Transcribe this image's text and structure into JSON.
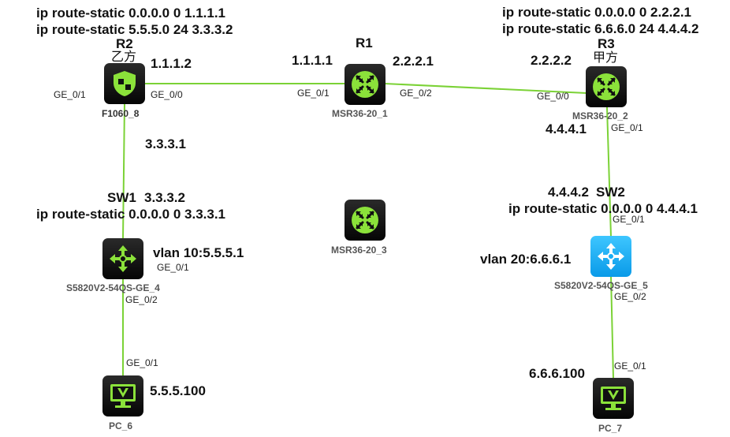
{
  "colors": {
    "link": "#7bd236",
    "icon_green": "#8be23a",
    "node_dark": "#111111",
    "node_blue": "#1aaef5"
  },
  "configs": {
    "r2_route1": "ip route-static 0.0.0.0 0 1.1.1.1",
    "r2_route2": "ip route-static 5.5.5.0 24 3.3.3.2",
    "r3_route1": "ip route-static 0.0.0.0 0 2.2.2.1",
    "r3_route2": "ip route-static 6.6.6.0 24 4.4.4.2",
    "sw1_route": "ip route-static 0.0.0.0 0 3.3.3.1",
    "sw2_route": "ip route-static 0.0.0.0 0 4.4.4.1"
  },
  "labels": {
    "r2": "R2",
    "r2_party": "乙方",
    "r1": "R1",
    "r3": "R3",
    "r3_party": "甲方",
    "sw1": "SW1",
    "sw2": "SW2"
  },
  "ips": {
    "r2_ge00": "1.1.1.2",
    "r1_ge01": "1.1.1.1",
    "r1_ge02": "2.2.2.1",
    "r3_ge00": "2.2.2.2",
    "r2_ge01": "3.3.3.1",
    "sw1_ip": "3.3.3.2",
    "r3_ge01": "4.4.4.1",
    "sw2_ip": "4.4.4.2",
    "vlan10": "vlan 10:5.5.5.1",
    "vlan20": "vlan 20:6.6.6.1",
    "pc6_ip": "5.5.5.100",
    "pc7_ip": "6.6.6.100"
  },
  "ports": {
    "r2_left": "GE_0/1",
    "r2_right": "GE_0/0",
    "r1_left": "GE_0/1",
    "r1_right": "GE_0/2",
    "r3_left": "GE_0/0",
    "r3_down": "GE_0/1",
    "sw1_up": "GE_0/1",
    "sw1_down": "GE_0/2",
    "pc6_up": "GE_0/1",
    "sw2_up": "GE_0/1",
    "sw2_down": "GE_0/2",
    "pc7_up": "GE_0/1"
  },
  "devices": {
    "r2": "F1060_8",
    "r1": "MSR36-20_1",
    "r3": "MSR36-20_2",
    "unlinked": "MSR36-20_3",
    "sw1": "S5820V2-54QS-GE_4",
    "sw2": "S5820V2-54QS-GE_5",
    "pc6": "PC_6",
    "pc7": "PC_7"
  }
}
